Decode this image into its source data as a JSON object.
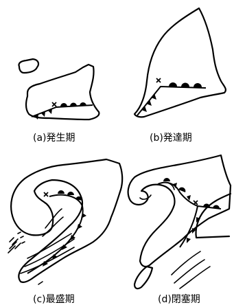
{
  "panels": [
    {
      "id": "a",
      "label": "(a)発生期"
    },
    {
      "id": "b",
      "label": "(b)発達期"
    },
    {
      "id": "c",
      "label": "(c)最盛期"
    },
    {
      "id": "d",
      "label": "(d)閉塞期"
    }
  ],
  "colors": {
    "stroke": "#000000",
    "background": "#ffffff"
  }
}
